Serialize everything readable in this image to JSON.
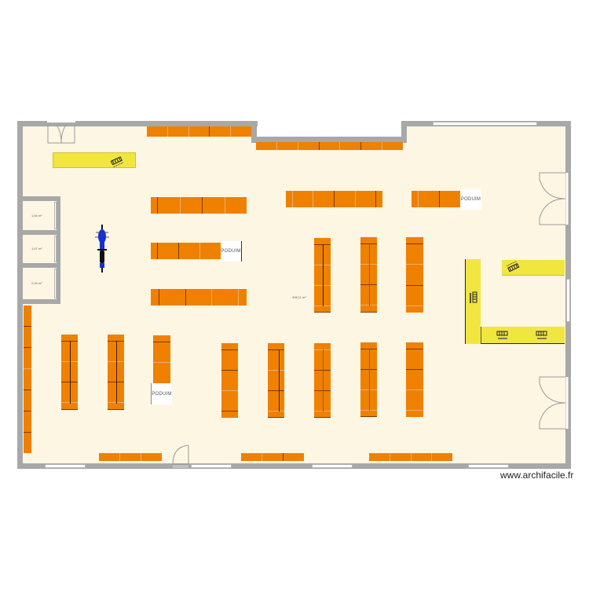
{
  "plan": {
    "main_area": "398,11 m²",
    "small_rooms": [
      {
        "area": "1,66 m²"
      },
      {
        "area": "1,67 m²"
      },
      {
        "area": "2,26 m²"
      }
    ],
    "podium_label": "PODUIM",
    "podiums": [
      {
        "label": "PODUIM"
      },
      {
        "label": "PODUIM"
      },
      {
        "label": "PODUIM"
      }
    ],
    "objects": {
      "motorcycle": "motorcycle",
      "cash_register": "cash-register"
    }
  },
  "colors": {
    "floor": "#fdf6e3",
    "wall": "#a8a8a8",
    "shelf": "#f08000",
    "counter": "#f1e640",
    "motorcycle": "#1a2fd0"
  },
  "watermark": "www.archifacile.fr"
}
